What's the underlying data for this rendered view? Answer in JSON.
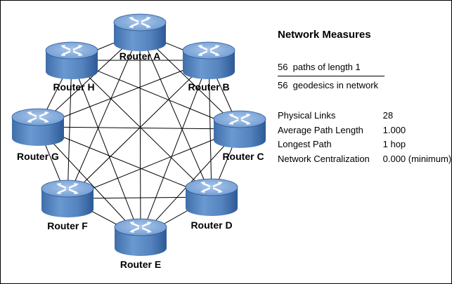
{
  "routers": [
    {
      "key": "A",
      "label": "Router A"
    },
    {
      "key": "B",
      "label": "Router B"
    },
    {
      "key": "C",
      "label": "Router C"
    },
    {
      "key": "D",
      "label": "Router D"
    },
    {
      "key": "E",
      "label": "Router E"
    },
    {
      "key": "F",
      "label": "Router F"
    },
    {
      "key": "G",
      "label": "Router G"
    },
    {
      "key": "H",
      "label": "Router H"
    }
  ],
  "topology": "full-mesh",
  "icon": "router-icon",
  "colors": {
    "router_top": "#7fa8d8",
    "router_body": "#4a78b4",
    "router_dark": "#2b5590",
    "line": "#000000"
  },
  "panel": {
    "title": "Network Measures",
    "paths": {
      "count": "56",
      "text": "paths of length 1"
    },
    "geodesics": {
      "count": "56",
      "text": "geodesics in network"
    },
    "stats": [
      {
        "label": "Physical Links",
        "value": "28"
      },
      {
        "label": "Average Path Length",
        "value": "1.000"
      },
      {
        "label": "Longest Path",
        "value": "1 hop"
      },
      {
        "label": "Network Centralization",
        "value": "0.000 (minimum)"
      }
    ]
  }
}
